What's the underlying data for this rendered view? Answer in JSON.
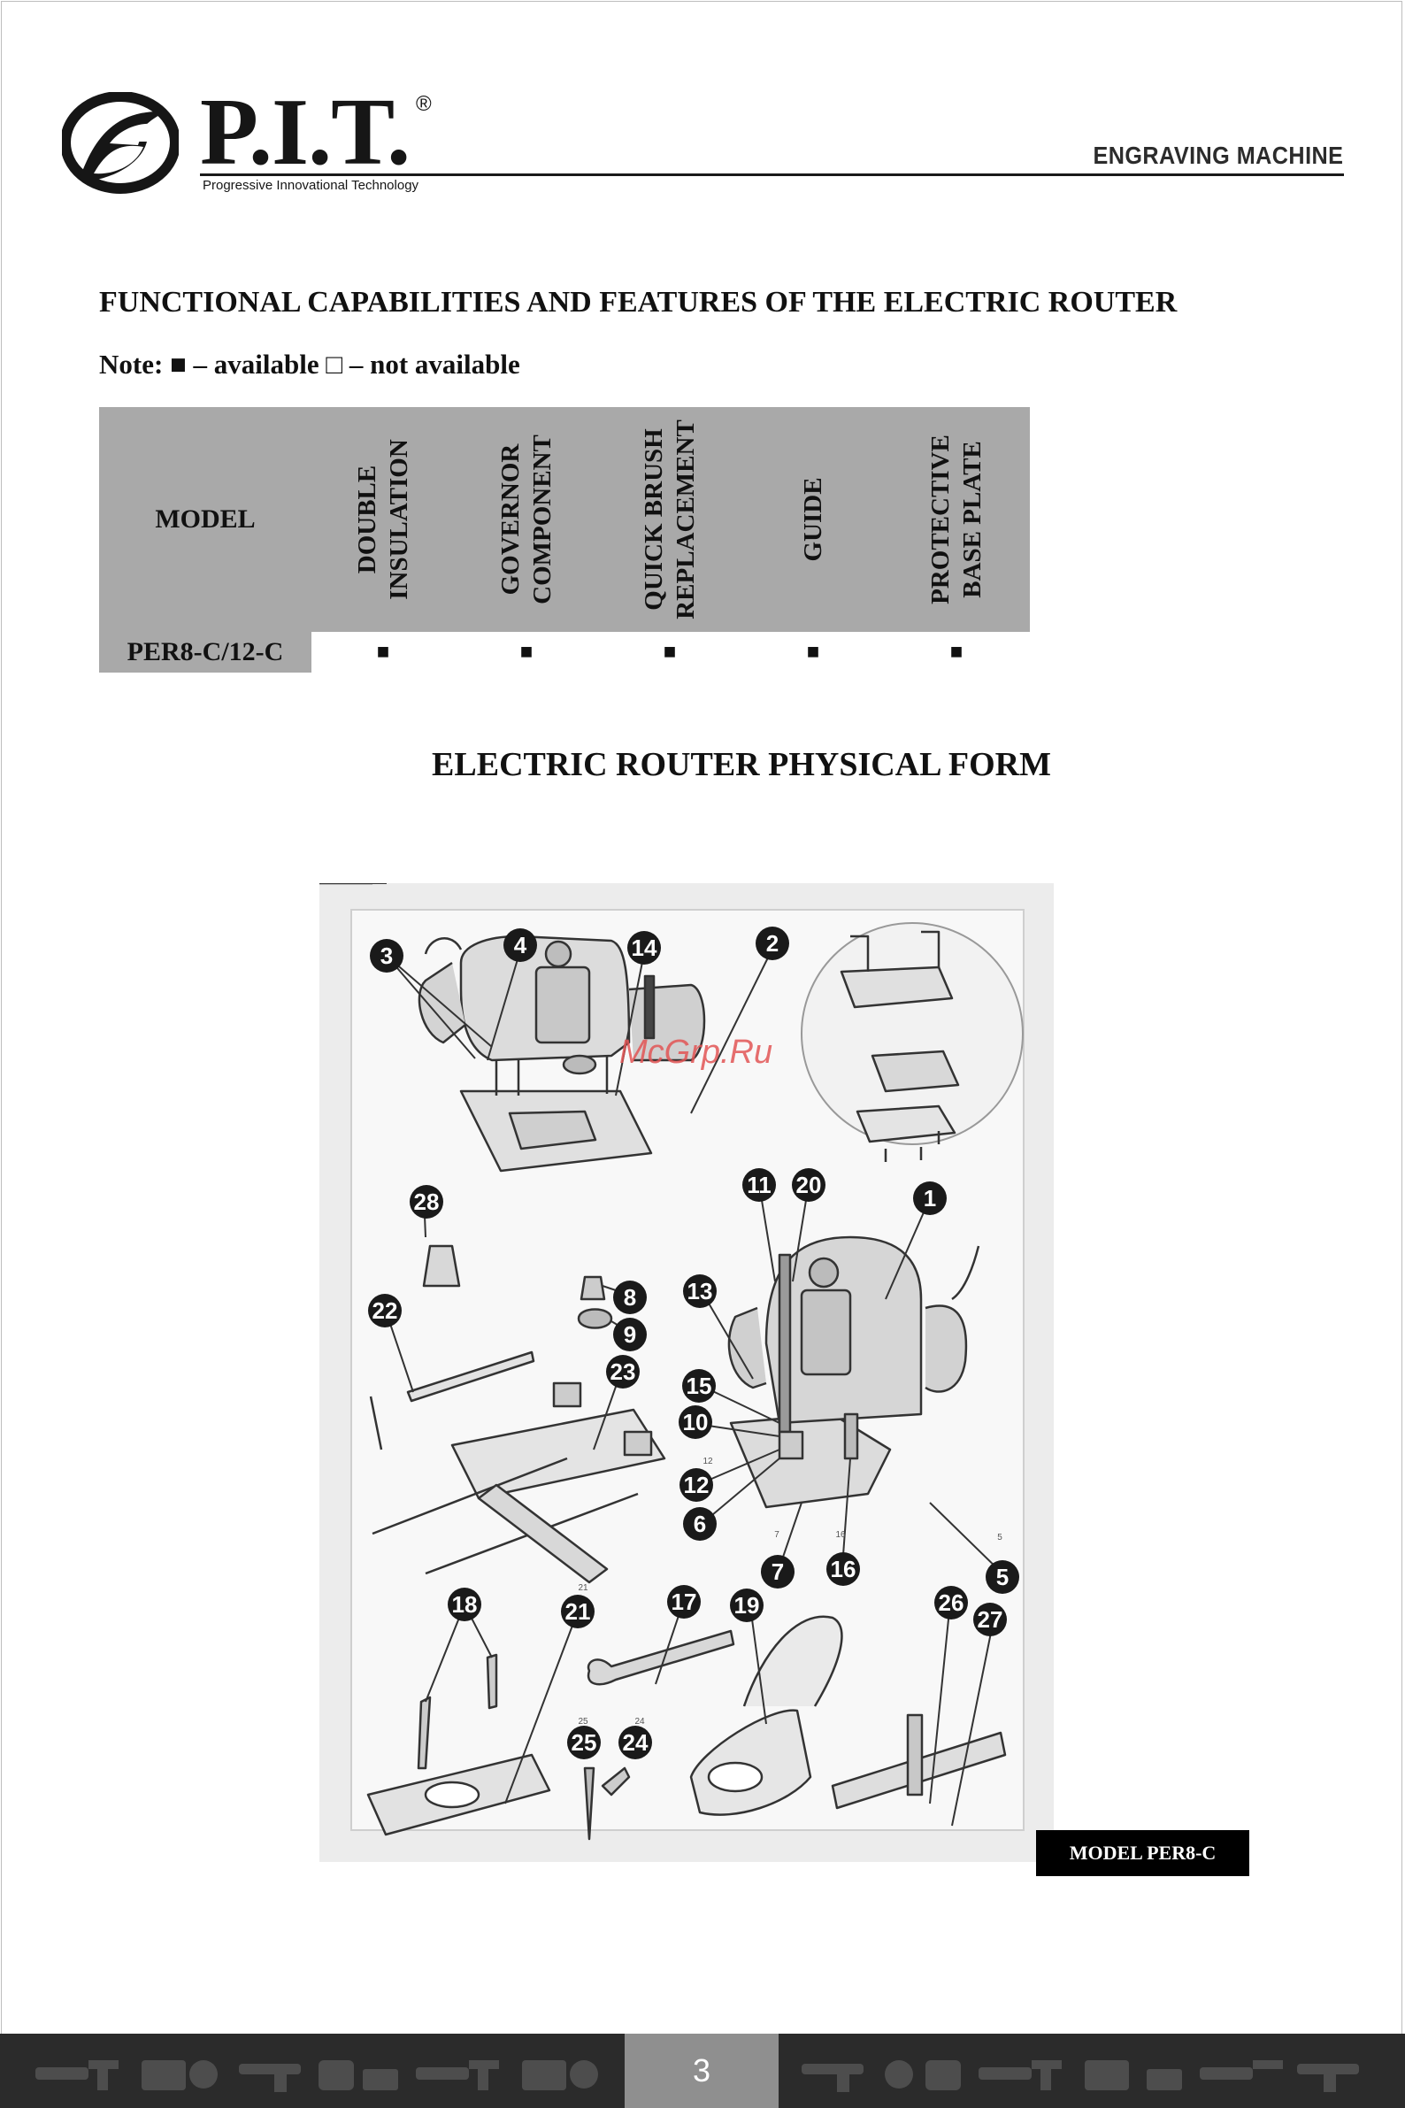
{
  "header": {
    "brand_name": "P.I.T.",
    "brand_reg": "®",
    "tagline": "Progressive Innovational Technology",
    "section_title": "ENGRAVING MACHINE"
  },
  "features": {
    "title": "FUNCTIONAL CAPABILITIES AND FEATURES OF THE ELECTRIC ROUTER",
    "note": "Note: ■  – available □ – not available",
    "table": {
      "model_header": "MODEL",
      "columns": [
        "DOUBLE\nINSULATION",
        "GOVERNOR\nCOMPONENT",
        "QUICK BRUSH\nREPLACEMENT",
        "GUIDE",
        "PROTECTIVE\nBASE PLATE"
      ],
      "rows": [
        {
          "model": "PER8-C/12-C",
          "cells": [
            "■",
            "■",
            "■",
            "■",
            "■"
          ]
        }
      ]
    }
  },
  "physical": {
    "title": "ELECTRIC ROUTER PHYSICAL FORM",
    "watermark": "McGrp.Ru",
    "model_label": "MODEL PER8-C",
    "callouts": [
      "3",
      "4",
      "14",
      "2",
      "28",
      "22",
      "8",
      "9",
      "23",
      "11",
      "20",
      "1",
      "13",
      "15",
      "10",
      "12",
      "6",
      "7",
      "16",
      "5",
      "18",
      "21",
      "17",
      "19",
      "26",
      "27",
      "25",
      "24"
    ],
    "small_labels": [
      "12",
      "7",
      "16",
      "5",
      "21",
      "24",
      "25"
    ]
  },
  "footer": {
    "page_number": "3"
  },
  "colors": {
    "table_header": "#a9a9a9",
    "footer_band": "#2b2b2b",
    "footer_page": "#8f8f8f",
    "watermark": "#e25555"
  }
}
